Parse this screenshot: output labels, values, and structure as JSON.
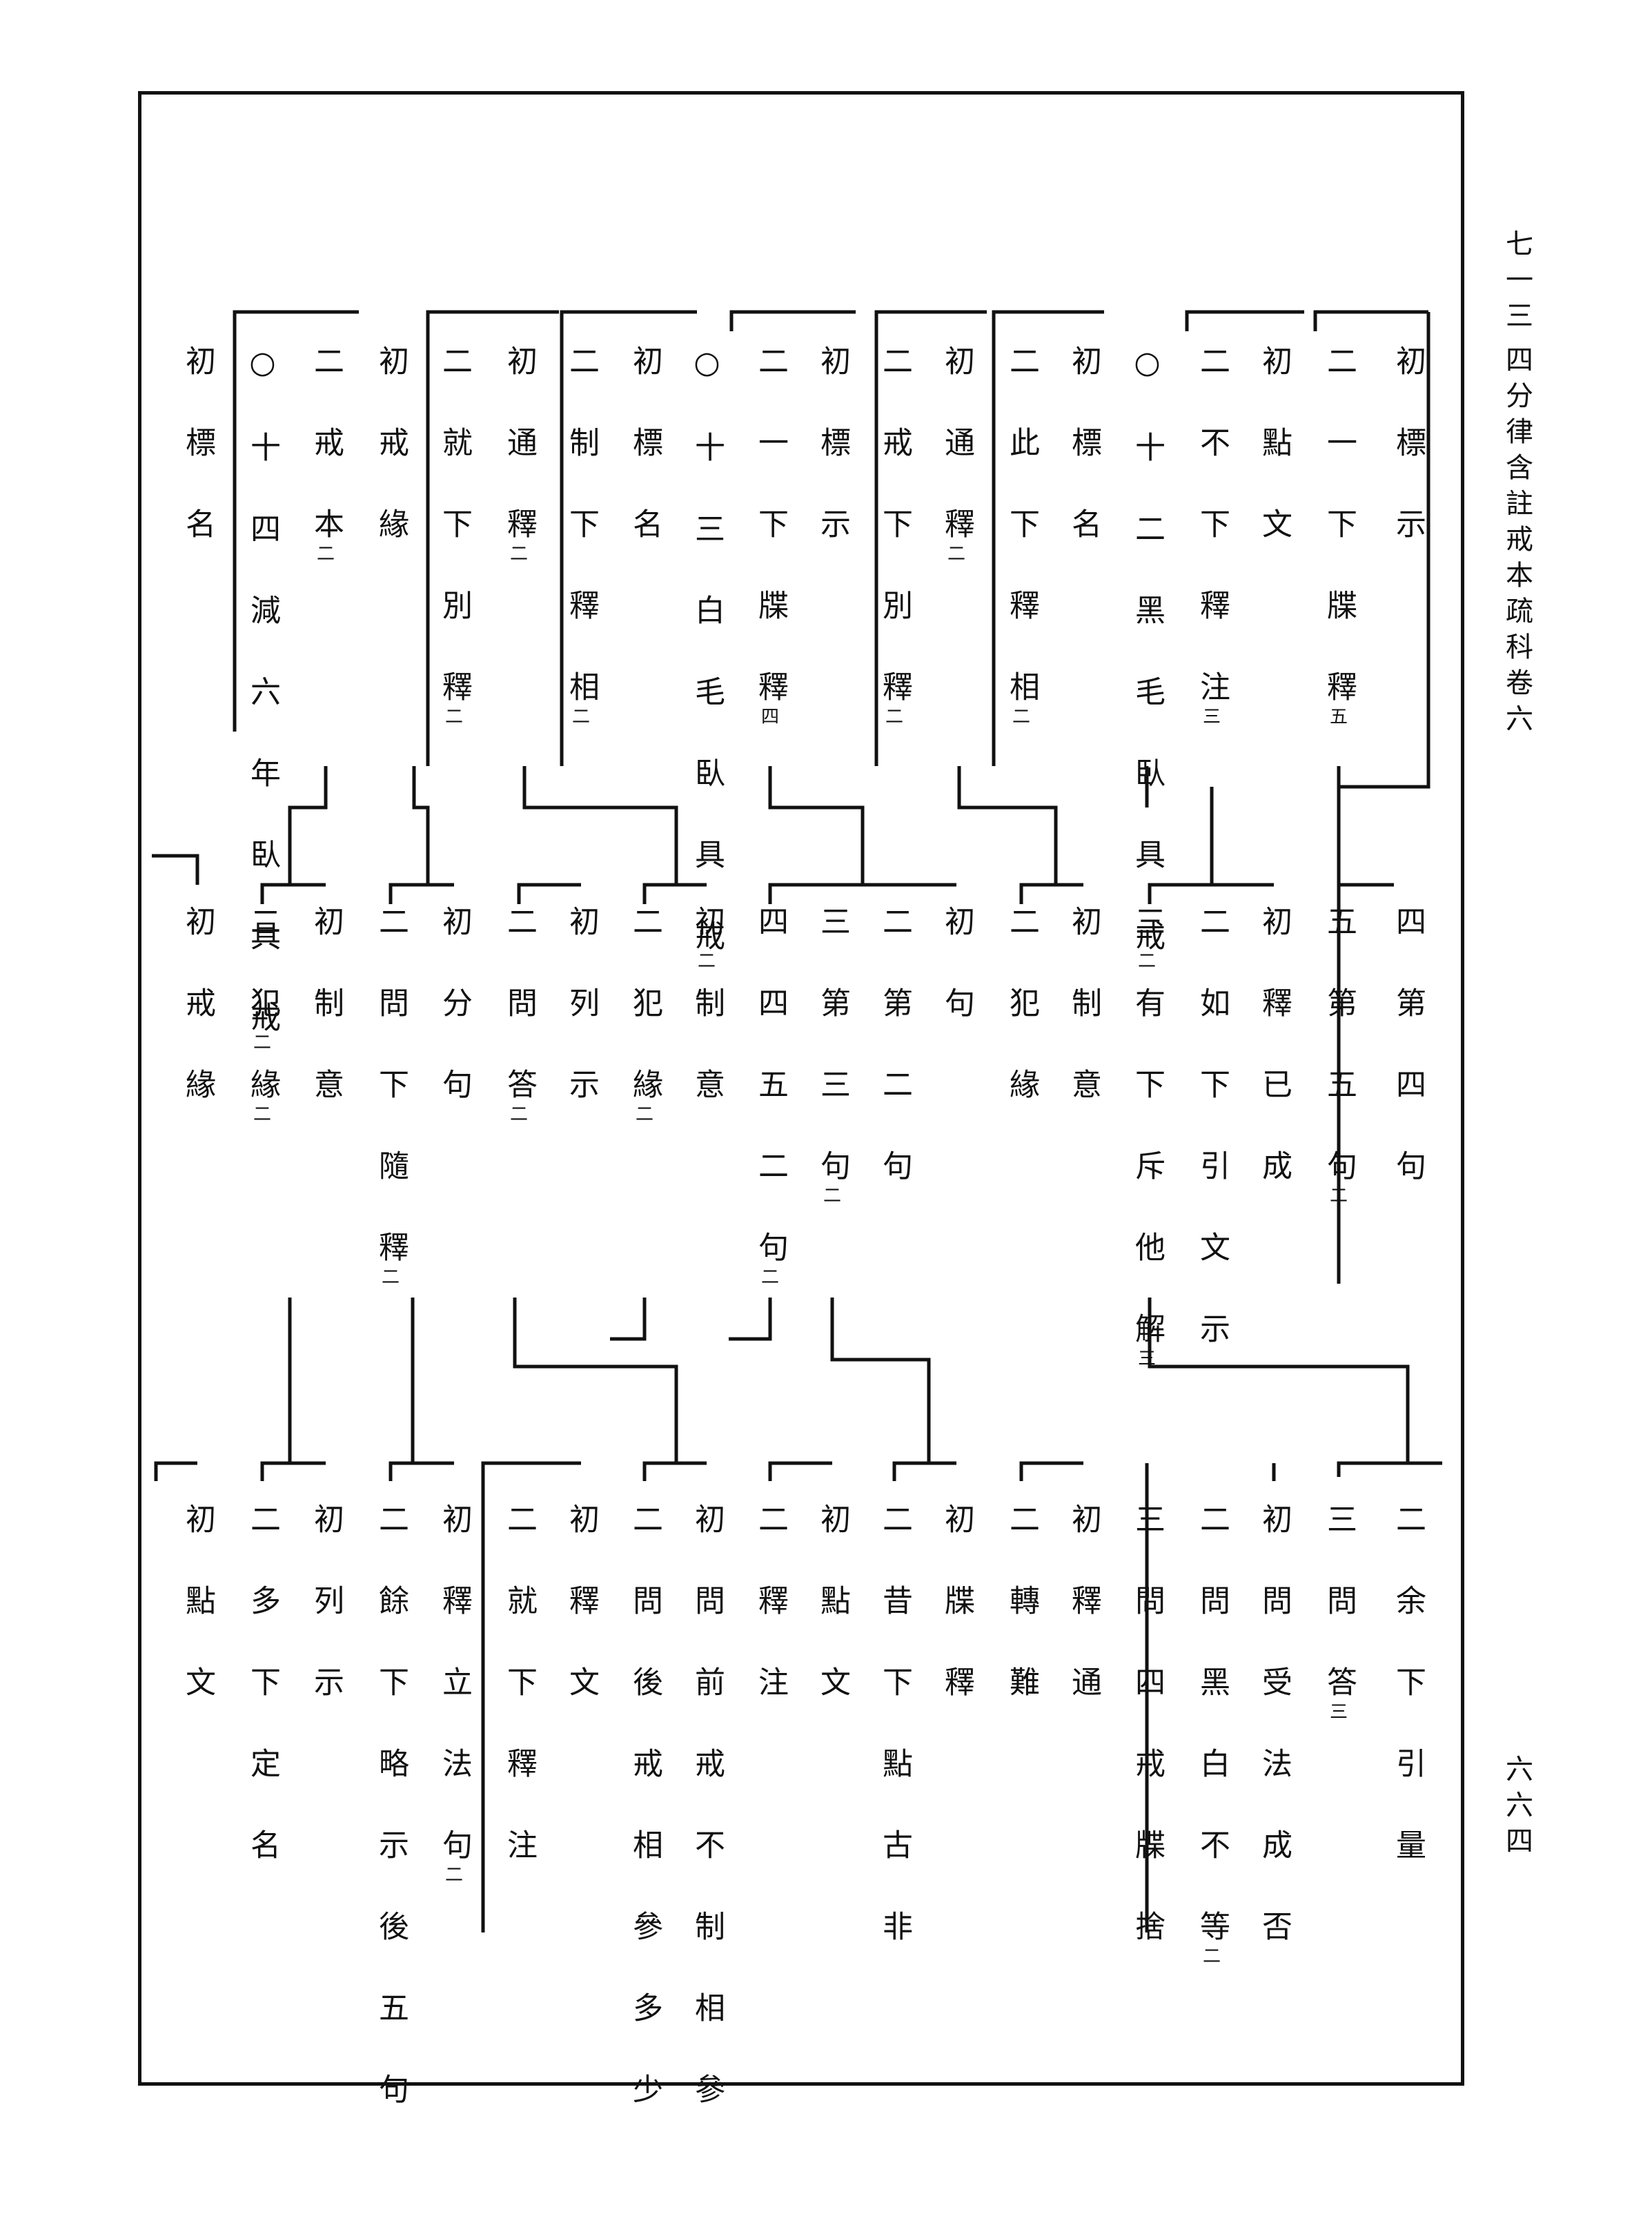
{
  "header": {
    "page_code": "七一三",
    "book_title": "四分律含註戒本疏科卷六",
    "page_number": "六六四"
  },
  "tiers": [
    {
      "name": "tier1",
      "columns": [
        {
          "text": "初標示"
        },
        {
          "text": "二一下牒釋",
          "note": "五"
        },
        {
          "text": "初點文"
        },
        {
          "text": "二不下釋注",
          "note": "三"
        },
        {
          "text": "○十二黑毛臥具戒",
          "note": "二"
        },
        {
          "text": "初標名"
        },
        {
          "text": "二此下釋相",
          "note": "二"
        },
        {
          "text": "初通釋",
          "note": "二"
        },
        {
          "text": "二戒下別釋",
          "note": "二"
        },
        {
          "text": "初標示"
        },
        {
          "text": "二一下牒釋",
          "note": "四"
        },
        {
          "text": "○十三白毛臥具戒",
          "note": "二"
        },
        {
          "text": "初標名"
        },
        {
          "text": "二制下釋相",
          "note": "二"
        },
        {
          "text": "初通釋",
          "note": "二"
        },
        {
          "text": "二就下別釋",
          "note": "二"
        },
        {
          "text": "初戒緣"
        },
        {
          "text": "二戒本",
          "note": "二"
        },
        {
          "text": "○十四減六年臥具戒",
          "note": "二"
        },
        {
          "text": "初標名"
        }
      ]
    },
    {
      "name": "tier2",
      "columns": [
        {
          "text": "四第四句"
        },
        {
          "text": "五第五句",
          "note": "二"
        },
        {
          "text": "初釋已成"
        },
        {
          "text": "二如下引文示"
        },
        {
          "text": "三有下斥他解",
          "note": "三"
        },
        {
          "text": "初制意"
        },
        {
          "text": "二犯緣"
        },
        {
          "text": "初句"
        },
        {
          "text": "二第二句"
        },
        {
          "text": "三第三句",
          "note": "二"
        },
        {
          "text": "四四五二句",
          "note": "二"
        },
        {
          "text": "初制意"
        },
        {
          "text": "二犯緣",
          "note": "二"
        },
        {
          "text": "初列示"
        },
        {
          "text": "二問答",
          "note": "二"
        },
        {
          "text": "初分句"
        },
        {
          "text": "二問下隨釋",
          "note": "二"
        },
        {
          "text": "初制意"
        },
        {
          "text": "二犯緣",
          "note": "二"
        },
        {
          "text": "初戒緣"
        }
      ]
    },
    {
      "name": "tier3",
      "columns": [
        {
          "text": "二余下引量"
        },
        {
          "text": "三問答",
          "note": "三"
        },
        {
          "text": "初問受法成否"
        },
        {
          "text": "二問黑白不等",
          "note": "二"
        },
        {
          "text": "三問四戒牒捨"
        },
        {
          "text": "初釋通"
        },
        {
          "text": "二轉難"
        },
        {
          "text": "初牒釋"
        },
        {
          "text": "二昔下點古非"
        },
        {
          "text": "初點文"
        },
        {
          "text": "二釋注"
        },
        {
          "text": "初問前戒不制相參"
        },
        {
          "text": "二問後戒相參多少"
        },
        {
          "text": "初釋文"
        },
        {
          "text": "二就下釋注"
        },
        {
          "text": "初釋立法句",
          "note": "二"
        },
        {
          "text": "二餘下略示後五句"
        },
        {
          "text": "初列示"
        },
        {
          "text": "二多下定名"
        },
        {
          "text": "初點文"
        }
      ]
    }
  ]
}
